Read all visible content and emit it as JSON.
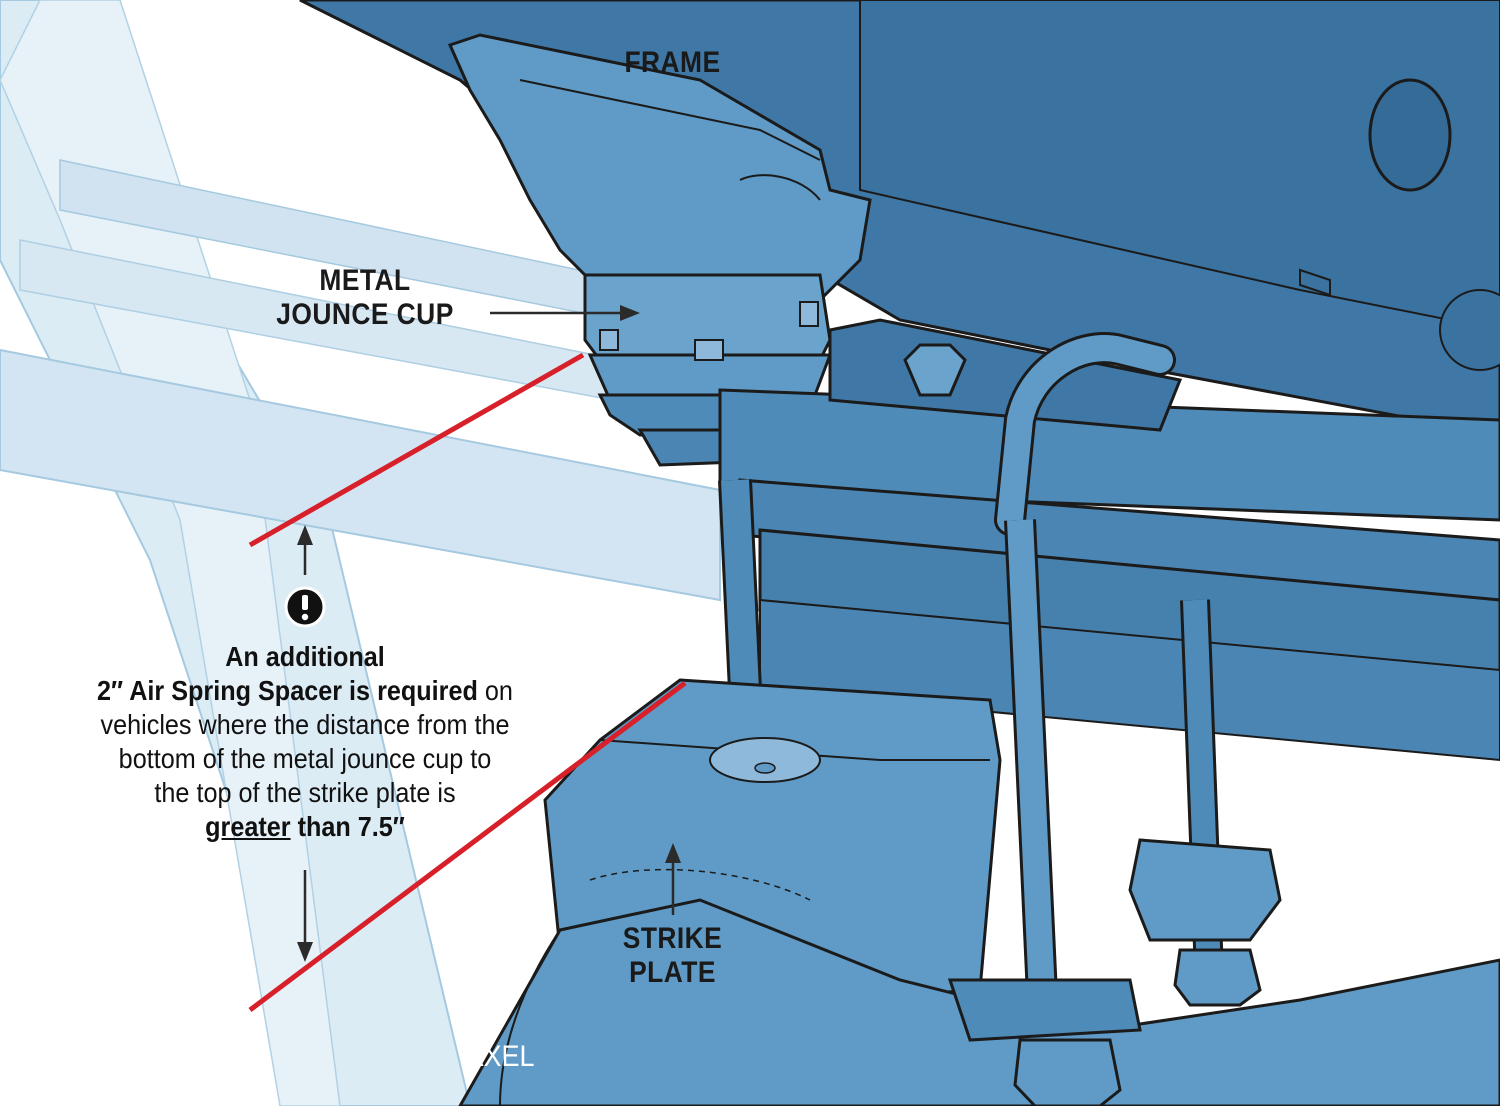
{
  "labels": {
    "frame": "FRAME",
    "jounce_cup_line1": "METAL",
    "jounce_cup_line2": "JOUNCE CUP",
    "strike_plate_line1": "STRIKE",
    "strike_plate_line2": "PLATE",
    "axel": "AXEL"
  },
  "note": {
    "line1": "An additional",
    "line2_bold": "2″ Air Spring Spacer is required",
    "line2_rest": " on",
    "line3": "vehicles where the distance from the",
    "line4": "bottom of the metal jounce cup to",
    "line5": "the top of the strike plate is",
    "line6_underlined": "greater",
    "line6_rest": " than 7.5″"
  },
  "icons": {
    "warning": "exclamation-circle-icon",
    "arrows": "arrow-icon"
  },
  "colors": {
    "part_fill": "#5f9bc6",
    "part_dark": "#3f78a6",
    "part_light": "#8fb9da",
    "ghost": "#d6e8f3",
    "measure_line": "#d8202a",
    "outline": "#1b1b1b"
  }
}
